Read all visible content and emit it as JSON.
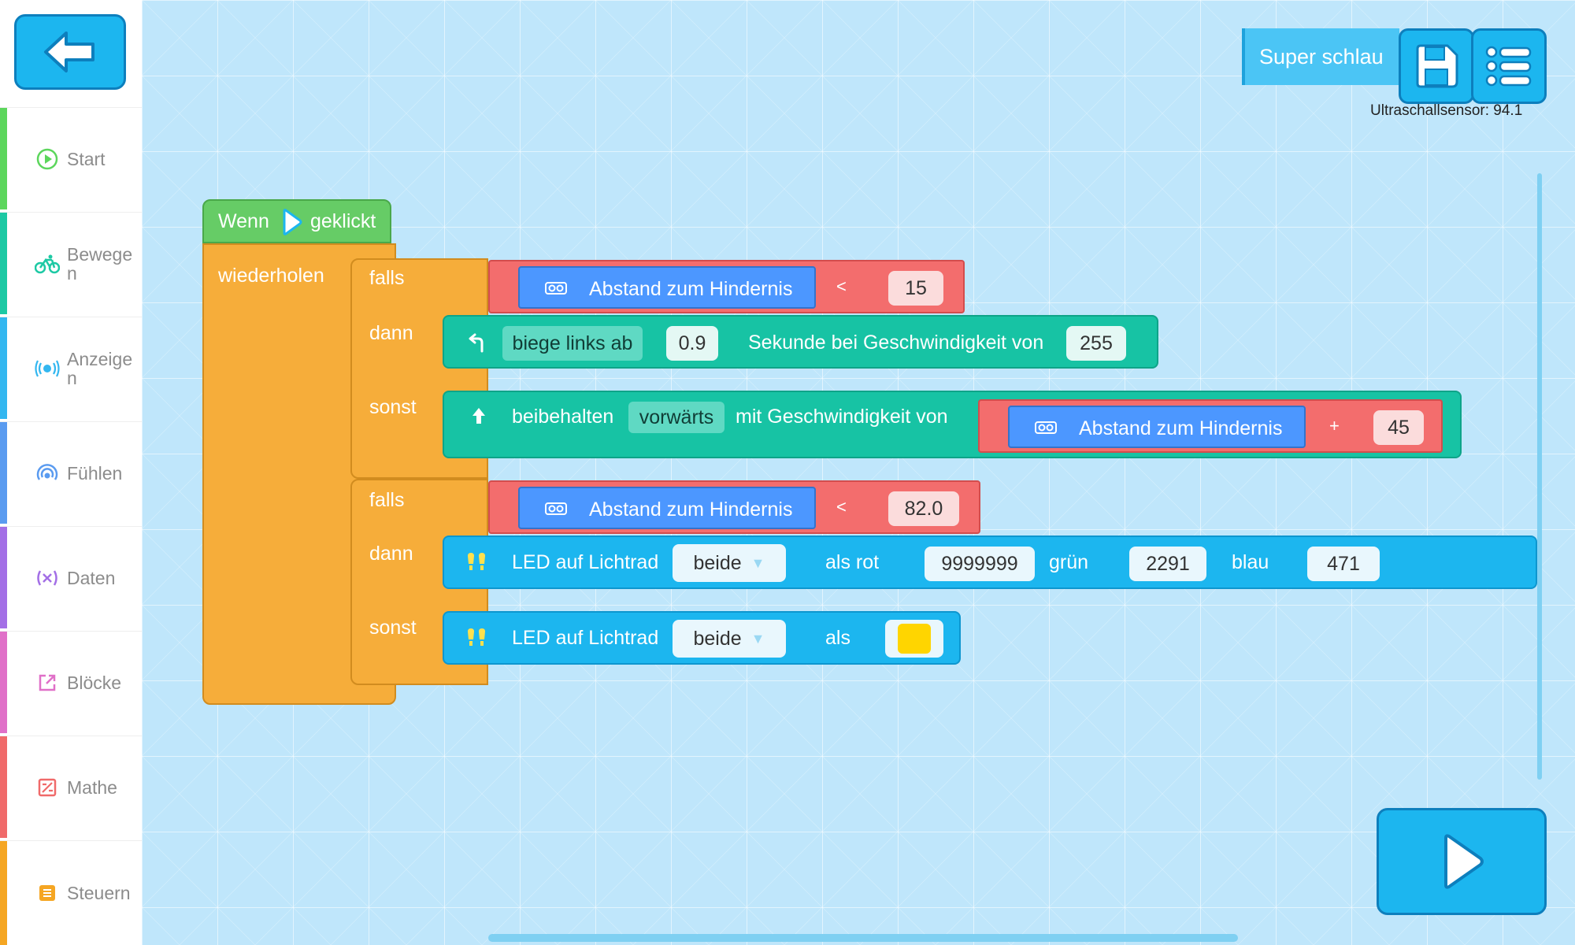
{
  "sidebar": {
    "back_icon": "arrow-left-icon",
    "categories": [
      {
        "label": "Start",
        "icon": "play-circle-icon",
        "color": "#5cd65c"
      },
      {
        "label": "Bewegen",
        "icon": "bicycle-icon",
        "color": "#1dc9a4"
      },
      {
        "label": "Anzeigen",
        "icon": "led-light-icon",
        "color": "#33b7f0"
      },
      {
        "label": "Fühlen",
        "icon": "sensor-waves-icon",
        "color": "#5a9bf0"
      },
      {
        "label": "Daten",
        "icon": "variable-icon",
        "color": "#a36fe6"
      },
      {
        "label": "Blöcke",
        "icon": "block-export-icon",
        "color": "#e070c8"
      },
      {
        "label": "Mathe",
        "icon": "math-icon",
        "color": "#f06a6a"
      },
      {
        "label": "Steuern",
        "icon": "control-list-icon",
        "color": "#f5a623"
      }
    ]
  },
  "header": {
    "program_name": "Super schlau",
    "save_icon": "save-icon",
    "menu_icon": "list-menu-icon",
    "sensor_label": "Ultraschallsensor:",
    "sensor_value": "94.1"
  },
  "colors": {
    "event": "#66cc66",
    "control": "#f6ad3a",
    "operator": "#f36d6d",
    "sensing": "#4c97ff",
    "motion": "#17c3a4",
    "looks": "#1cb6ef"
  },
  "program": {
    "hat": {
      "pre": "Wenn",
      "post": "geklickt",
      "icon": "green-flag-icon"
    },
    "loop_label": "wiederholen",
    "if1": {
      "if_label": "falls",
      "then_label": "dann",
      "else_label": "sonst",
      "cond": {
        "sensor": "Abstand zum Hindernis",
        "op": "<",
        "value": "15"
      },
      "then": {
        "action": "biege links ab",
        "duration": "0.9",
        "text": "Sekunde bei Geschwindigkeit von",
        "speed": "255",
        "icon": "turn-left-icon"
      },
      "else": {
        "pre": "beibehalten",
        "direction": "vorwärts",
        "text": "mit Geschwindigkeit von",
        "sensor": "Abstand zum Hindernis",
        "op": "+",
        "value": "45",
        "icon": "forward-arrow-icon"
      }
    },
    "if2": {
      "if_label": "falls",
      "then_label": "dann",
      "else_label": "sonst",
      "cond": {
        "sensor": "Abstand zum Hindernis",
        "op": "<",
        "value": "82.0"
      },
      "then": {
        "pre": "LED auf Lichtrad",
        "target": "beide",
        "red_label": "als rot",
        "red": "9999999",
        "green_label": "grün",
        "green": "2291",
        "blue_label": "blau",
        "blue": "471",
        "icon": "led-pair-icon"
      },
      "else": {
        "pre": "LED auf Lichtrad",
        "target": "beide",
        "as_label": "als",
        "color": "#ffd500",
        "icon": "led-pair-icon"
      }
    }
  },
  "controls": {
    "run_icon": "play-icon"
  }
}
